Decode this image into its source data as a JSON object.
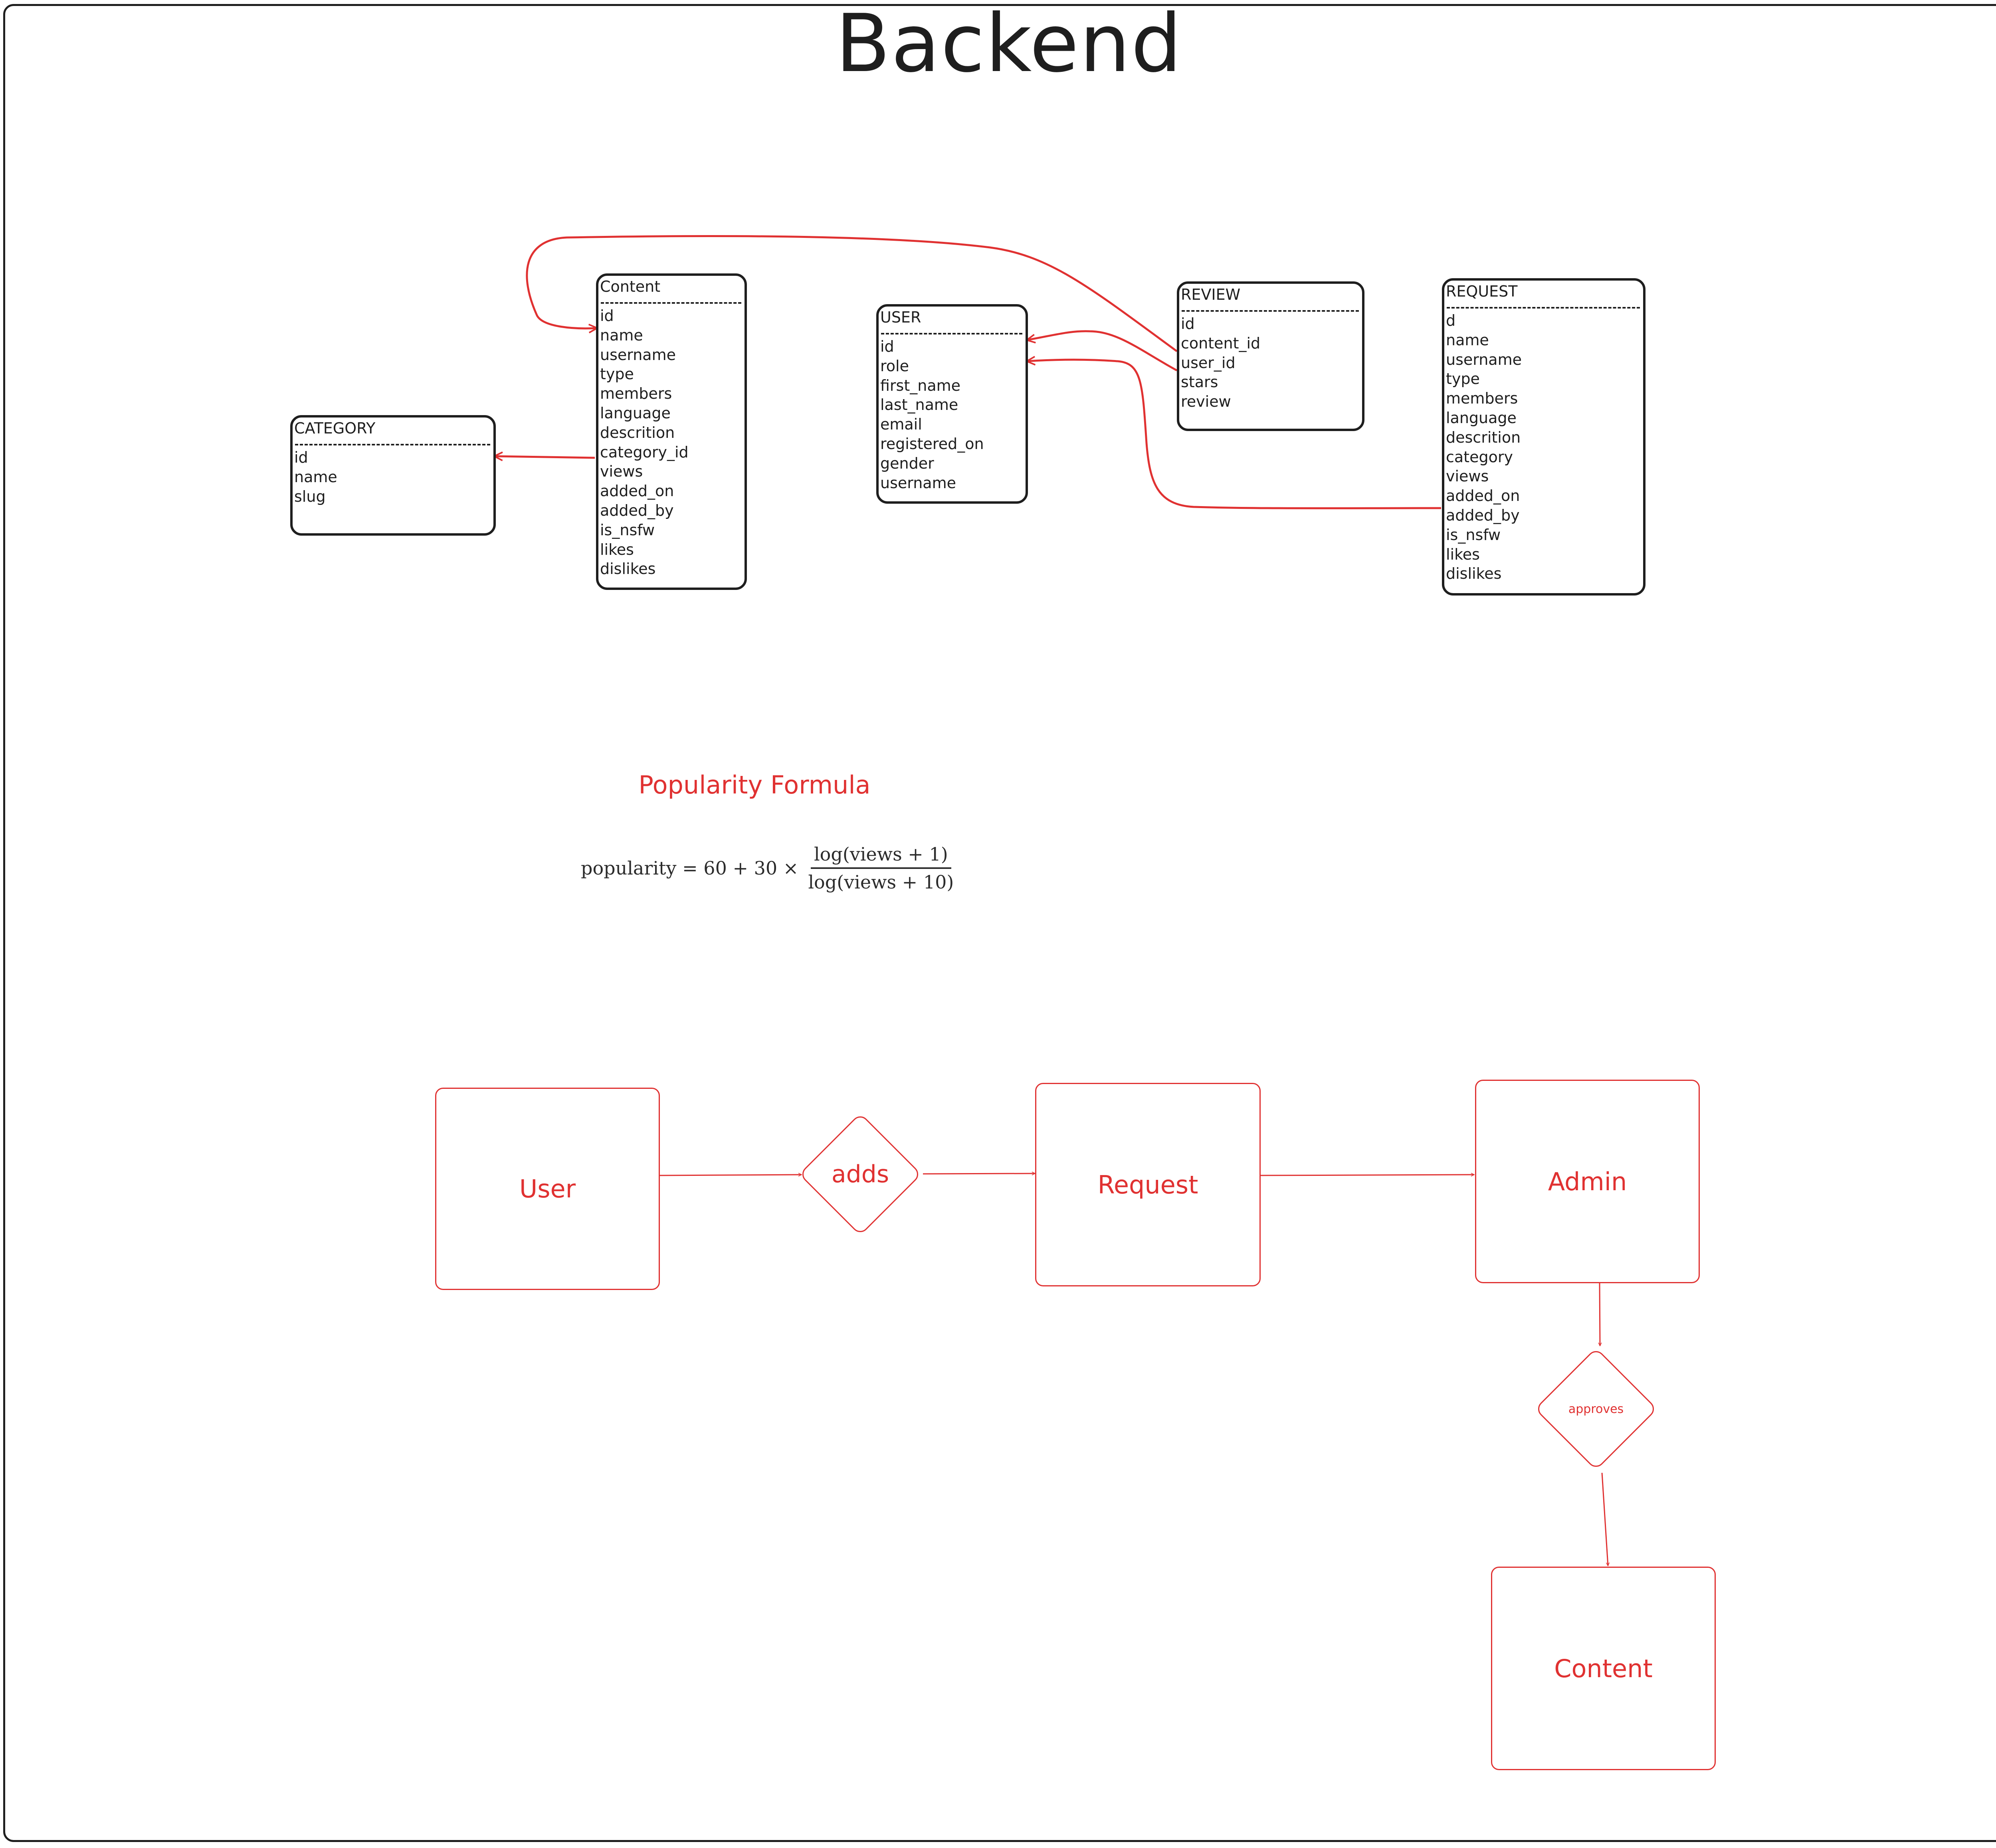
{
  "title": "Backend",
  "er_diagram": {
    "entities": {
      "category": {
        "name": "CATEGORY",
        "fields": [
          "id",
          "name",
          "slug"
        ]
      },
      "content": {
        "name": "Content",
        "fields": [
          "id",
          "name",
          "username",
          "type",
          "members",
          "language",
          "descrition",
          "category_id",
          "views",
          "added_on",
          "added_by",
          "is_nsfw",
          "likes",
          "dislikes"
        ]
      },
      "user": {
        "name": "USER",
        "fields": [
          "id",
          "role",
          "first_name",
          "last_name",
          "email",
          "registered_on",
          "gender",
          "username"
        ]
      },
      "review": {
        "name": "REVIEW",
        "fields": [
          "id",
          "content_id",
          "user_id",
          "stars",
          "review"
        ]
      },
      "request": {
        "name": "REQUEST",
        "fields": [
          "d",
          "name",
          "username",
          "type",
          "members",
          "language",
          "descrition",
          "category",
          "views",
          "added_on",
          "added_by",
          "is_nsfw",
          "likes",
          "dislikes"
        ]
      }
    },
    "relations": [
      {
        "from": "Content.category_id",
        "to": "CATEGORY"
      },
      {
        "from": "REVIEW.content_id",
        "to": "Content.id"
      },
      {
        "from": "REVIEW.user_id",
        "to": "USER"
      },
      {
        "from": "REQUEST.added_by",
        "to": "USER"
      }
    ]
  },
  "popularity": {
    "title": "Popularity Formula",
    "formula_lhs": "popularity = 60 + 30 ×",
    "numerator": "log(views + 1)",
    "denominator": "log(views + 10)"
  },
  "flow": {
    "nodes": {
      "user": "User",
      "adds": "adds",
      "request": "Request",
      "admin": "Admin",
      "approves": "approves",
      "content": "Content"
    },
    "edges": [
      [
        "User",
        "adds"
      ],
      [
        "adds",
        "Request"
      ],
      [
        "Request",
        "Admin"
      ],
      [
        "Admin",
        "approves"
      ],
      [
        "approves",
        "Content"
      ]
    ]
  },
  "colors": {
    "ink": "#1e1e1e",
    "accent": "#e03131"
  }
}
